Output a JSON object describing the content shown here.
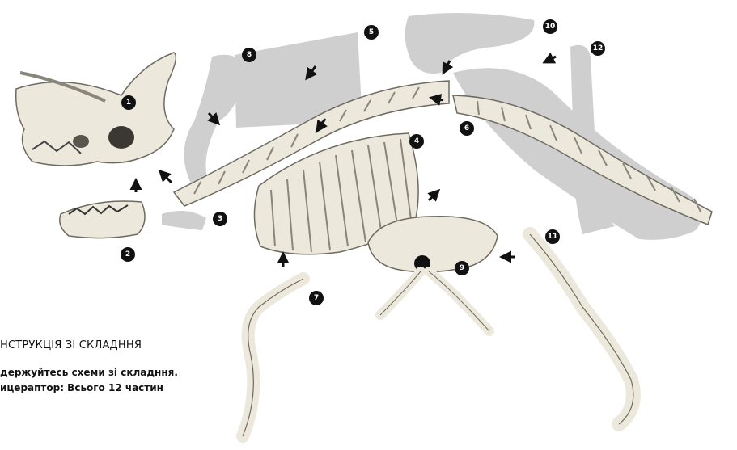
{
  "instructions": {
    "title": "НСТРУКЦІЯ ЗІ СКЛАДННЯ",
    "line1": "держуйтесь схеми зі складння.",
    "line2": "ицераптор: Всього 12 частин"
  },
  "parts": [
    {
      "number": "1"
    },
    {
      "number": "2"
    },
    {
      "number": "3"
    },
    {
      "number": "4"
    },
    {
      "number": "5"
    },
    {
      "number": "6"
    },
    {
      "number": "7"
    },
    {
      "number": "8"
    },
    {
      "number": "9"
    },
    {
      "number": "10"
    },
    {
      "number": "11"
    },
    {
      "number": "12"
    }
  ],
  "colors": {
    "bone": "#ece8dc",
    "bone_shade": "#8a857a",
    "silhouette": "#cfcfcf",
    "badge": "#111111",
    "arrow": "#111111"
  }
}
